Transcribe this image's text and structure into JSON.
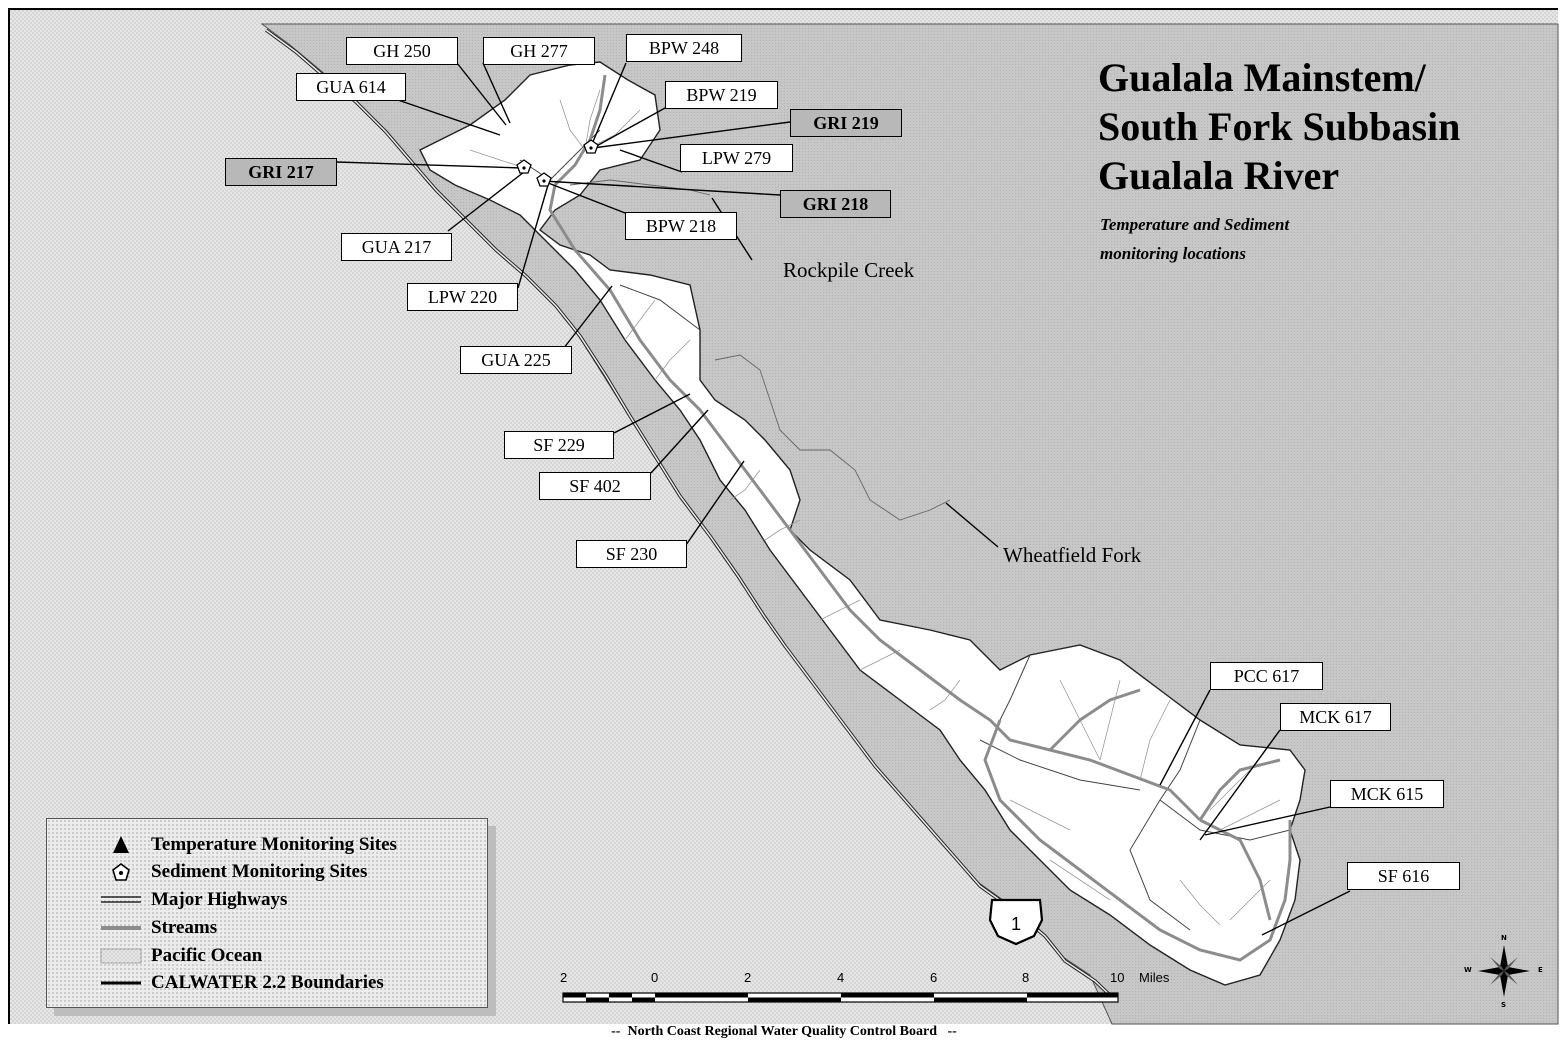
{
  "map": {
    "title_lines": [
      "Gualala Mainstem/",
      "South Fork Subbasin",
      "Gualala River"
    ],
    "subtitle_lines": [
      "Temperature and Sediment",
      "monitoring locations"
    ],
    "footer": "--  North Coast Regional Water Quality Control Board   --"
  },
  "site_labels": [
    {
      "id": "gh250",
      "text": "GH 250",
      "type": "temperature"
    },
    {
      "id": "gh277",
      "text": "GH 277",
      "type": "temperature"
    },
    {
      "id": "bpw248",
      "text": "BPW 248",
      "type": "temperature"
    },
    {
      "id": "gua614",
      "text": "GUA 614",
      "type": "temperature"
    },
    {
      "id": "bpw219",
      "text": "BPW 219",
      "type": "temperature"
    },
    {
      "id": "gri219",
      "text": "GRI 219",
      "type": "sediment"
    },
    {
      "id": "lpw279",
      "text": "LPW 279",
      "type": "temperature"
    },
    {
      "id": "gri217",
      "text": "GRI 217",
      "type": "sediment"
    },
    {
      "id": "gri218",
      "text": "GRI 218",
      "type": "sediment"
    },
    {
      "id": "bpw218",
      "text": "BPW 218",
      "type": "temperature"
    },
    {
      "id": "gua217",
      "text": "GUA 217",
      "type": "temperature"
    },
    {
      "id": "lpw220",
      "text": "LPW 220",
      "type": "temperature"
    },
    {
      "id": "gua225",
      "text": "GUA 225",
      "type": "temperature"
    },
    {
      "id": "sf229",
      "text": "SF 229",
      "type": "temperature"
    },
    {
      "id": "sf402",
      "text": "SF 402",
      "type": "temperature"
    },
    {
      "id": "sf230",
      "text": "SF 230",
      "type": "temperature"
    },
    {
      "id": "pcc617",
      "text": "PCC 617",
      "type": "temperature"
    },
    {
      "id": "mck617",
      "text": "MCK 617",
      "type": "temperature"
    },
    {
      "id": "mck615",
      "text": "MCK 615",
      "type": "temperature"
    },
    {
      "id": "sf616",
      "text": "SF 616",
      "type": "temperature"
    }
  ],
  "feature_labels": {
    "rockpile_creek": "Rockpile Creek",
    "wheatfield_fork": "Wheatfield Fork"
  },
  "highway_shield": "1",
  "legend": {
    "items": [
      {
        "symbol": "triangle",
        "label": "Temperature Monitoring Sites"
      },
      {
        "symbol": "pentagon",
        "label": "Sediment Monitoring Sites"
      },
      {
        "symbol": "double-line",
        "label": "Major Highways"
      },
      {
        "symbol": "gray-line",
        "label": "Streams"
      },
      {
        "symbol": "stipple-box",
        "label": "Pacific Ocean"
      },
      {
        "symbol": "black-line",
        "label": "CALWATER 2.2 Boundaries"
      }
    ]
  },
  "scale_bar": {
    "ticks": [
      "2",
      "0",
      "2",
      "4",
      "6",
      "8",
      "10"
    ],
    "unit": "Miles"
  },
  "north_arrow": {
    "n": "N",
    "s": "S",
    "e": "E",
    "w": "W"
  },
  "colors": {
    "ocean": "#dcdcdc",
    "land": "#c4c4c4",
    "watershed": "#ffffff",
    "stream": "#8c8c8c",
    "sediment_label_bg": "#b8b8b8"
  }
}
